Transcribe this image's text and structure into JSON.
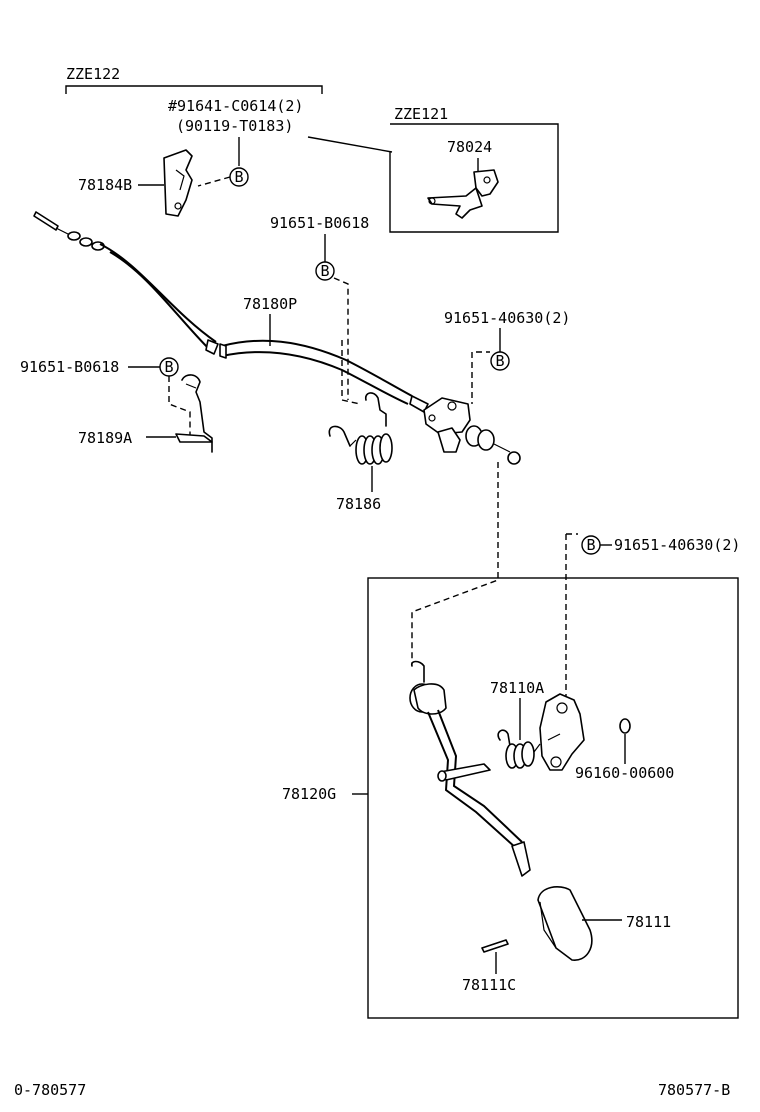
{
  "groups": {
    "zze122": "ZZE122",
    "zze121": "ZZE121"
  },
  "labels": {
    "bolt_91641": "#91641-C0614(2)",
    "bolt_90119": "(90119-T0183)",
    "p78024": "78024",
    "p78184b": "78184B",
    "clip_91651_b0618_top": "91651-B0618",
    "p78180p": "78180P",
    "bolt_91651_40630_top": "91651-40630(2)",
    "clip_91651_b0618_left": "91651-B0618",
    "p78189a": "78189A",
    "p78186": "78186",
    "bolt_91651_40630_lower": "91651-40630(2)",
    "p78110a": "78110A",
    "p78120g": "78120G",
    "nut_96160": "96160-00600",
    "p78111": "78111",
    "p78111c": "78111C"
  },
  "callout_letter": "B",
  "footer": {
    "left": "0-780577",
    "right": "780577-B"
  }
}
